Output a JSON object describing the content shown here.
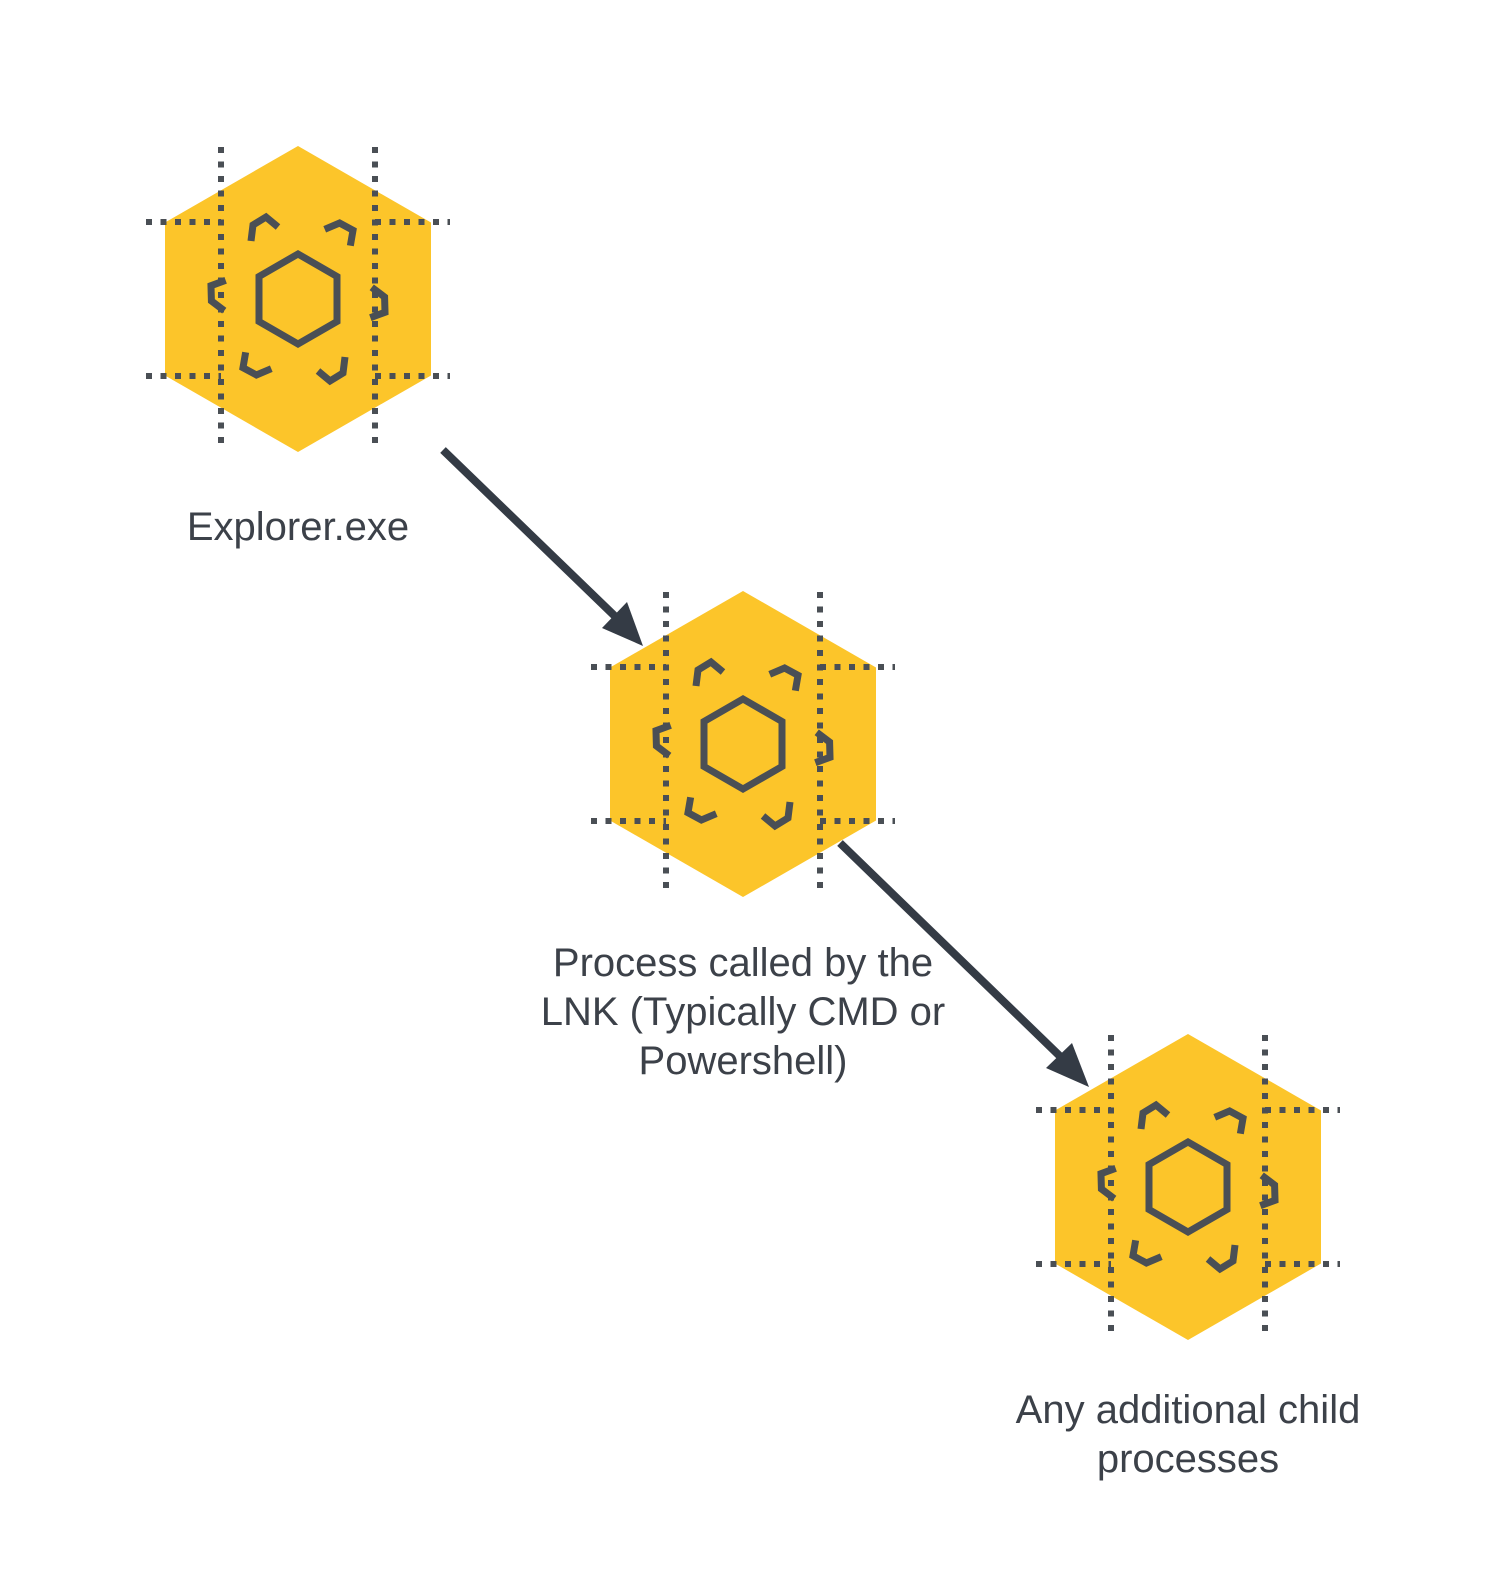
{
  "colors": {
    "hexagon_fill": "#fcc52a",
    "icon_stroke": "#4a4f55",
    "arrow": "#343b45",
    "label_text": "#3c4149",
    "background": "#ffffff"
  },
  "nodes": [
    {
      "icon": "process-hexagon-icon",
      "label": "Explorer.exe"
    },
    {
      "icon": "process-hexagon-icon",
      "label": "Process called by the\nLNK (Typically CMD or\nPowershell)"
    },
    {
      "icon": "process-hexagon-icon",
      "label": "Any additional child\nprocesses"
    }
  ],
  "edges": [
    {
      "from": 0,
      "to": 1
    },
    {
      "from": 1,
      "to": 2
    }
  ]
}
